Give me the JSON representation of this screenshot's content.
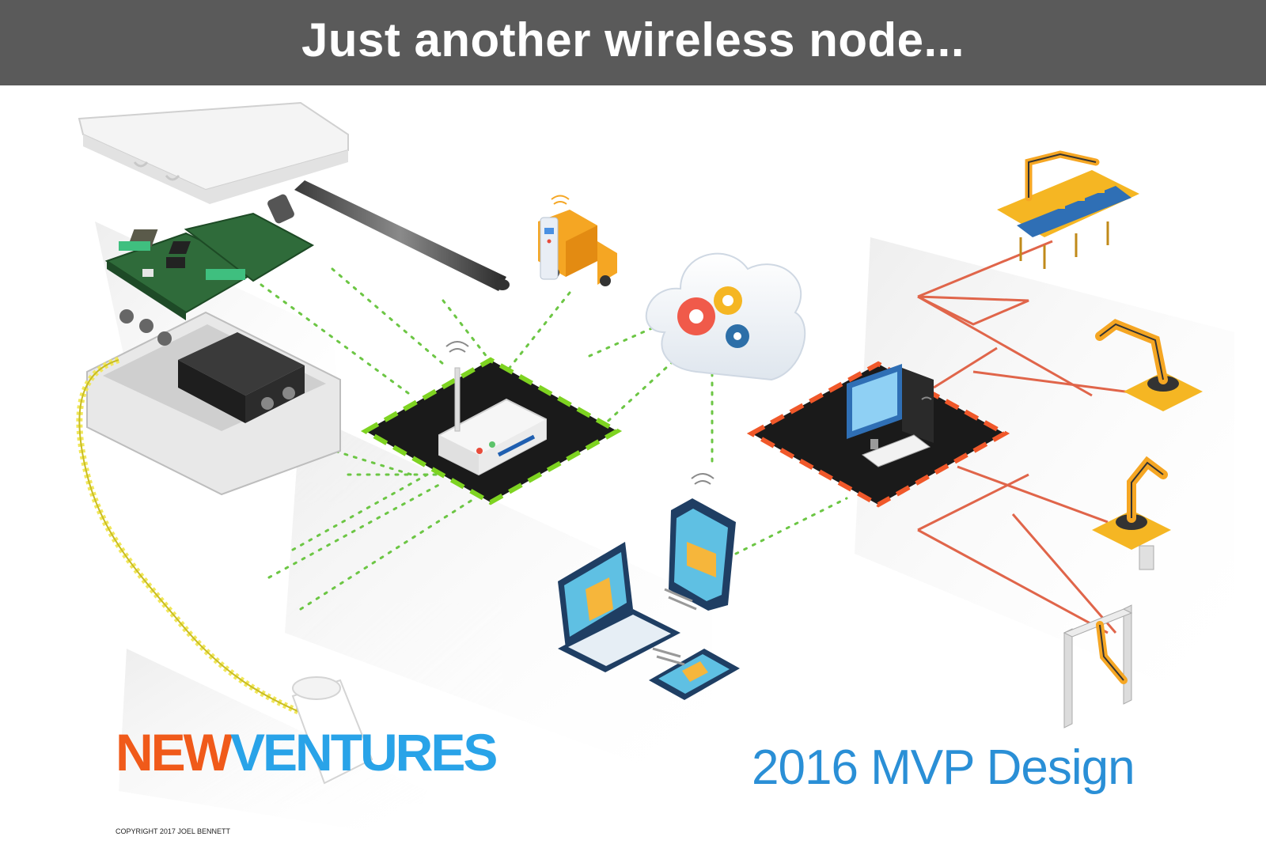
{
  "banner": {
    "title": "Just another wireless node..."
  },
  "brand": {
    "part1": "NEW",
    "part2": "VENTURES"
  },
  "caption": "2016 MVP Design",
  "copyright": "COPYRIGHT 2017 JOEL BENNETT",
  "colors": {
    "banner_bg": "#5a5a5a",
    "wireless_link": "#6cc644",
    "wired_link": "#e0654a",
    "gateway_pad_border": "#7ed321",
    "controller_pad_border": "#f0582a",
    "pad_fill": "#1a1a1a",
    "brand_orange": "#f05a1a",
    "brand_blue": "#29a3e8",
    "caption_blue": "#2a8fd6"
  },
  "nodes": [
    {
      "icon": "enclosure-lid-icon"
    },
    {
      "icon": "antenna-icon"
    },
    {
      "icon": "circuit-board-icon"
    },
    {
      "icon": "enclosure-base-icon"
    },
    {
      "icon": "coiled-cable-icon"
    },
    {
      "icon": "sensor-cylinder-icon"
    },
    {
      "icon": "wireless-router-icon"
    },
    {
      "icon": "delivery-truck-icon"
    },
    {
      "icon": "cloud-gears-icon"
    },
    {
      "icon": "desktop-computer-icon"
    },
    {
      "icon": "tablet-icon"
    },
    {
      "icon": "laptop-icon"
    },
    {
      "icon": "smartphone-icon"
    },
    {
      "icon": "conveyor-robot-icon"
    },
    {
      "icon": "robot-arm-icon"
    },
    {
      "icon": "robot-arm-icon"
    },
    {
      "icon": "gantry-robot-icon"
    }
  ]
}
